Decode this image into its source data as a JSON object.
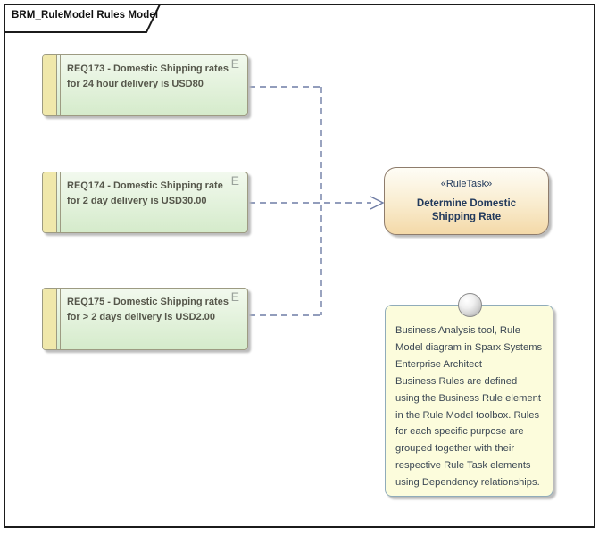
{
  "frame": {
    "title": "BRM_RuleModel Rules Model"
  },
  "requirements": [
    {
      "id": "REQ173",
      "text": "REQ173 -  Domestic Shipping rates for 24 hour delivery is USD80",
      "corner_letter": "E"
    },
    {
      "id": "REQ174",
      "text": "REQ174 - Domestic Shipping rate for 2 day delivery is USD30.00",
      "corner_letter": "E"
    },
    {
      "id": "REQ175",
      "text": "REQ175 -  Domestic Shipping rates for > 2 days delivery is USD2.00",
      "corner_letter": "E"
    }
  ],
  "rule_task": {
    "stereotype": "«RuleTask»",
    "name": "Determine Domestic Shipping Rate"
  },
  "note": {
    "text": "Business Analysis tool, Rule Model diagram in Sparx Systems Enterprise Architect\nBusiness Rules are defined using the Business Rule element in the Rule Model toolbox. Rules for each specific purpose are grouped together with their respective Rule Task elements using Dependency relationships."
  },
  "colors": {
    "frame_border": "#1b1b1b",
    "req_border": "#9d9b82",
    "req_fill_top": "#f2f9ee",
    "req_fill_bottom": "#d5ebcb",
    "req_strip": "#f0e8ab",
    "req_text": "#55564a",
    "e_icon": "#9aa29b",
    "ruletask_border": "#8e7c6c",
    "ruletask_fill_top": "#fefdf6",
    "ruletask_fill_mid": "#f9ecce",
    "ruletask_fill_bottom": "#f4d9a8",
    "ruletask_text": "#21395c",
    "note_border": "#90acba",
    "note_fill": "#fcfcdc",
    "note_text": "#3c4854",
    "connector": "#6f7da5",
    "shadow": "#bcbcbc"
  }
}
